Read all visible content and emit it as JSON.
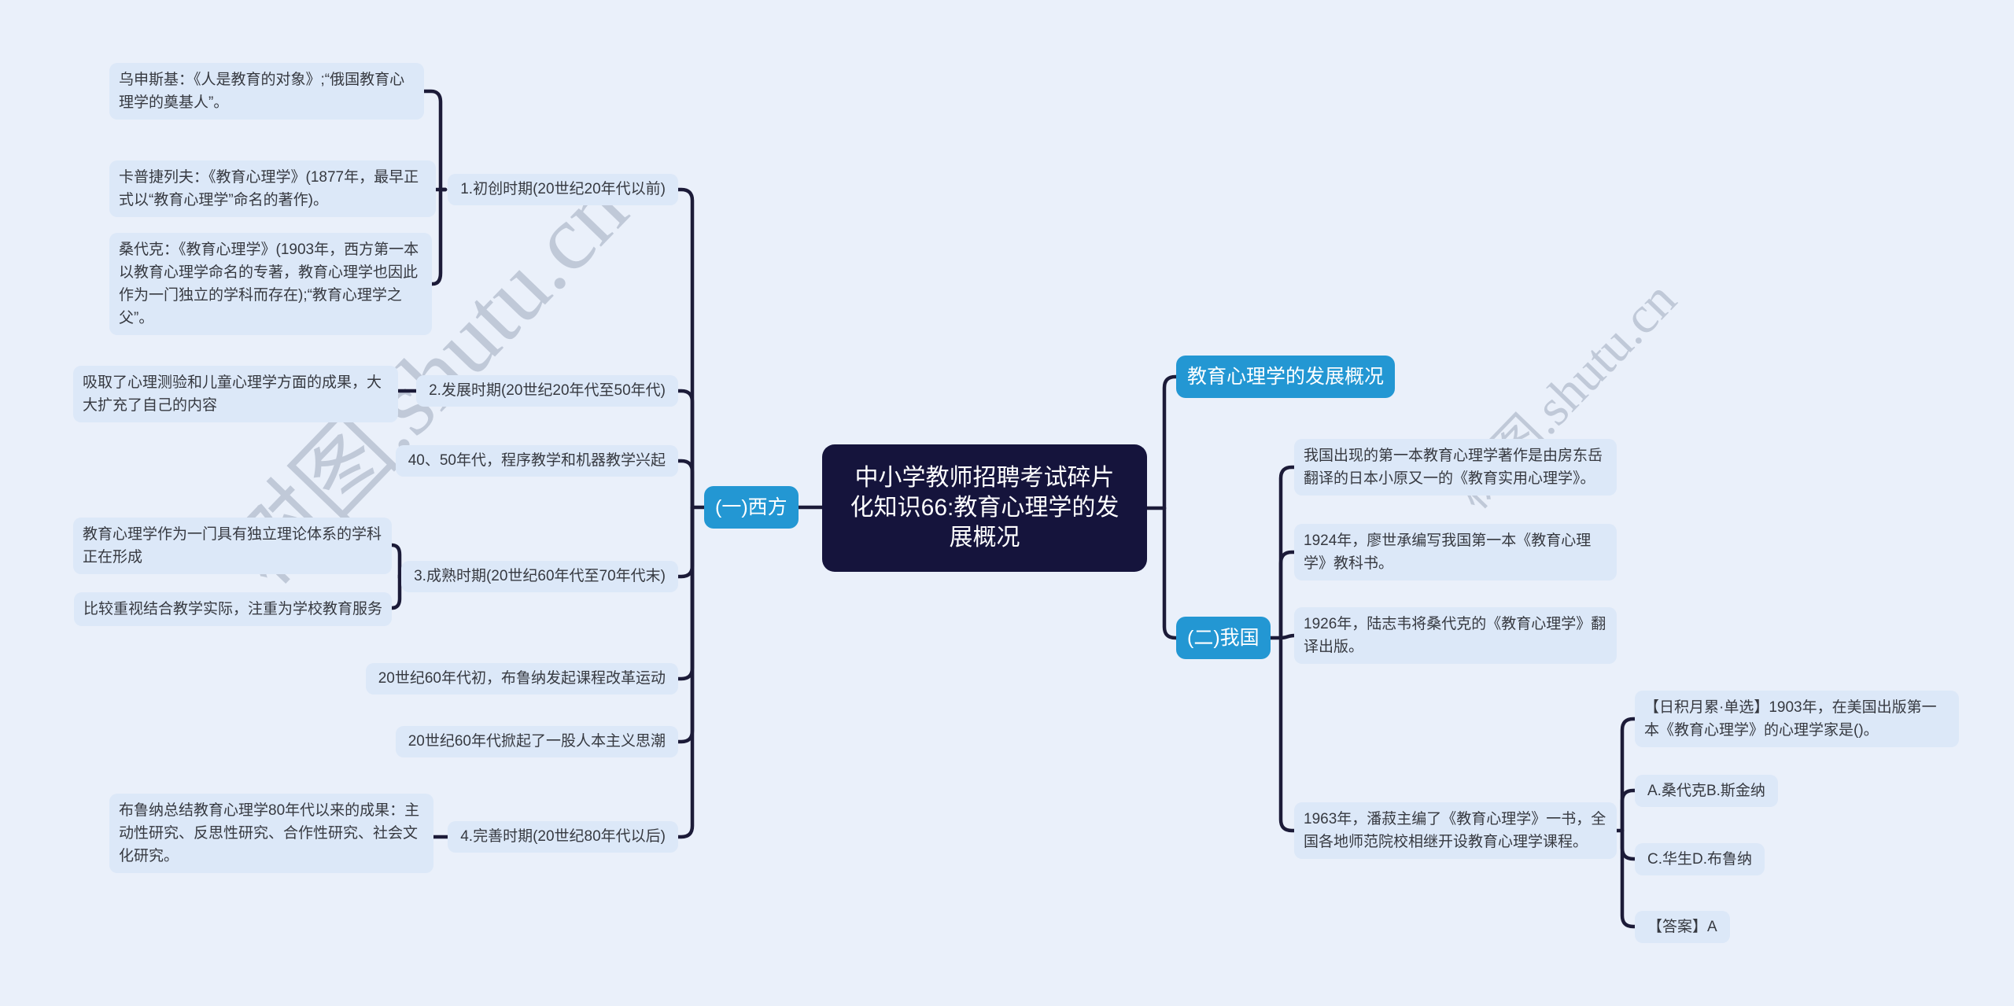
{
  "watermark_text": "树图.shutu.cn",
  "colors": {
    "background": "#eaf0fa",
    "node_fill": "#dce8f8",
    "node_text": "#363940",
    "branch_fill": "#2397d3",
    "branch_text": "#ffffff",
    "root_fill": "#15143c",
    "root_text": "#ffffff",
    "connector": "#1c1b38"
  },
  "root": {
    "label": "中小学教师招聘考试碎片化知识66:教育心理学的发展概况"
  },
  "right_top": {
    "label": "教育心理学的发展概况"
  },
  "west": {
    "label": "(一)西方",
    "periods": [
      {
        "label": "1.初创时期(20世纪20年代以前)",
        "notes": [
          "乌申斯基：《人是教育的对象》;“俄国教育心理学的奠基人”。",
          "卡普捷列夫：《教育心理学》(1877年，最早正式以“教育心理学”命名的著作)。",
          "桑代克：《教育心理学》(1903年，西方第一本以教育心理学命名的专著，教育心理学也因此作为一门独立的学科而存在);“教育心理学之父”。"
        ]
      },
      {
        "label": "2.发展时期(20世纪20年代至50年代)",
        "notes": [
          "吸取了心理测验和儿童心理学方面的成果，大大扩充了自己的内容"
        ]
      },
      {
        "label": "40、50年代，程序教学和机器教学兴起",
        "notes": []
      },
      {
        "label": "3.成熟时期(20世纪60年代至70年代末)",
        "notes": [
          "教育心理学作为一门具有独立理论体系的学科正在形成",
          "比较重视结合教学实际，注重为学校教育服务"
        ]
      },
      {
        "label": "20世纪60年代初，布鲁纳发起课程改革运动",
        "notes": []
      },
      {
        "label": "20世纪60年代掀起了一股人本主义思潮",
        "notes": []
      },
      {
        "label": "4.完善时期(20世纪80年代以后)",
        "notes": [
          "布鲁纳总结教育心理学80年代以来的成果：主动性研究、反思性研究、合作性研究、社会文化研究。"
        ]
      }
    ]
  },
  "china": {
    "label": "(二)我国",
    "notes": [
      "我国出现的第一本教育心理学著作是由房东岳翻译的日本小原又一的《教育实用心理学》。",
      "1924年，廖世承编写我国第一本《教育心理学》教科书。",
      "1926年，陆志韦将桑代克的《教育心理学》翻译出版。",
      "1963年，潘菽主编了《教育心理学》一书，全国各地师范院校相继开设教育心理学课程。"
    ],
    "quiz": {
      "question": "【日积月累·单选】1903年，在美国出版第一本《教育心理学》的心理学家是()。",
      "options": [
        "A.桑代克B.斯金纳",
        "C.华生D.布鲁纳"
      ],
      "answer": "【答案】A"
    }
  }
}
